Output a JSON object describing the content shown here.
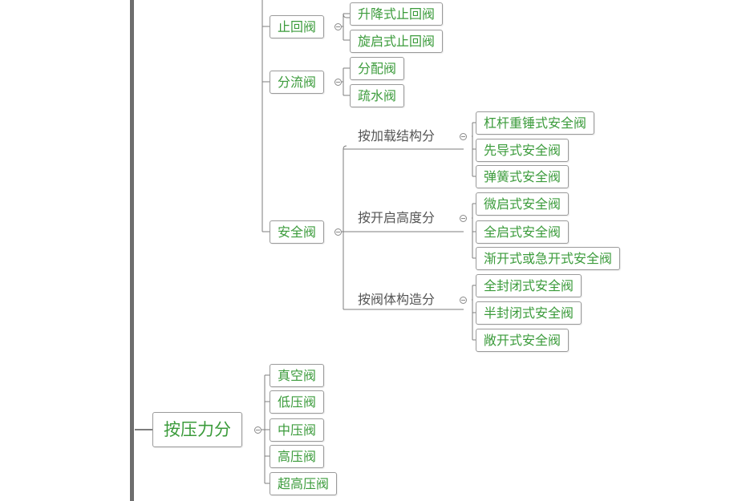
{
  "branches": {
    "check_valve": {
      "label": "止回阀",
      "children": [
        "升降式止回阀",
        "旋启式止回阀"
      ]
    },
    "divert_valve": {
      "label": "分流阀",
      "children": [
        "分配阀",
        "疏水阀"
      ]
    },
    "safety_valve": {
      "label": "安全阀",
      "groups": [
        {
          "label": "按加载结构分",
          "children": [
            "杠杆重锤式安全阀",
            "先导式安全阀",
            "弹簧式安全阀"
          ]
        },
        {
          "label": "按开启高度分",
          "children": [
            "微启式安全阀",
            "全启式安全阀",
            "渐开式或急开式安全阀"
          ]
        },
        {
          "label": "按阀体构造分",
          "children": [
            "全封闭式安全阀",
            "半封闭式安全阀",
            "敞开式安全阀"
          ]
        }
      ]
    },
    "pressure": {
      "label": "按压力分",
      "children": [
        "真空阀",
        "低压阀",
        "中压阀",
        "高压阀",
        "超高压阀"
      ]
    }
  },
  "colors": {
    "node_text": "#3b9b3b",
    "plain_text": "#555555",
    "line": "#7d7d7d",
    "border": "#9a9a9a"
  }
}
